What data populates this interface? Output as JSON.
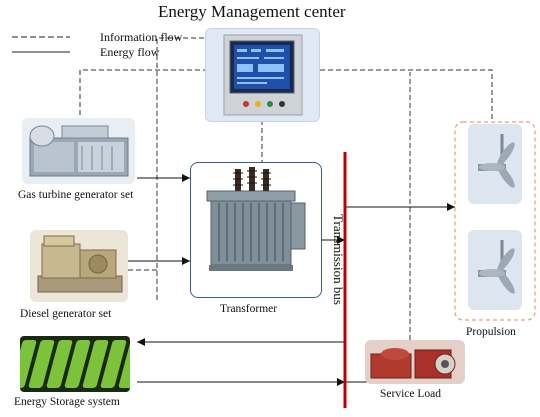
{
  "title": "Energy Management center",
  "legend": {
    "information_flow": "Information flow",
    "energy_flow": "Energy flow"
  },
  "nodes": {
    "gas_turbine": "Gas turbine generator set",
    "diesel_generator": "Diesel generator set",
    "transformer": "Transformer",
    "energy_storage": "Energy Storage system",
    "transmission_bus": "Transmission bus",
    "service_load": "Service Load",
    "propulsion": "Propulsion"
  },
  "colors": {
    "bus": "#c00000",
    "panel_bg": "#dfe8f4",
    "propulsion_border": "#e0a080",
    "battery_green": "#7cc23a"
  }
}
